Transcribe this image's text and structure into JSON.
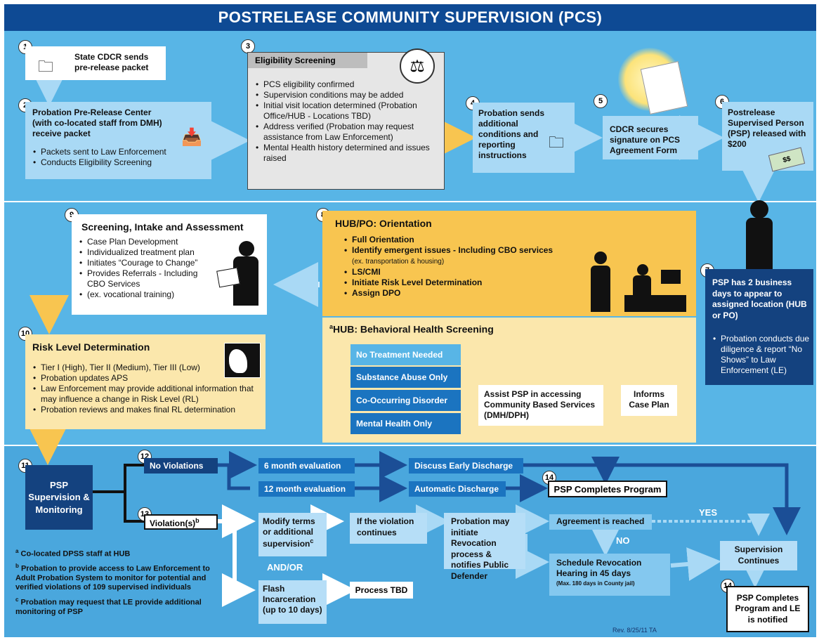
{
  "title": "POSTRELEASE COMMUNITY SUPERVISION (PCS)",
  "steps": {
    "s1": {
      "num": "1",
      "text": "State CDCR sends pre-release packet"
    },
    "s2": {
      "num": "2",
      "title": "Probation Pre-Release Center (with co-located staff from DMH) receive packet",
      "items": [
        "Packets sent to Law Enforcement",
        "Conducts Eligibility Screening"
      ]
    },
    "s3": {
      "num": "3",
      "title": "Eligibility Screening",
      "items": [
        "PCS eligibility confirmed",
        "Supervision conditions may be added",
        "Initial visit location determined (Probation Office/HUB - Locations TBD)",
        "Address verified (Probation may request assistance from Law Enforcement)",
        "Mental Health history determined and issues raised"
      ]
    },
    "s4": {
      "num": "4",
      "text": "Probation sends additional conditions and reporting instructions"
    },
    "s5": {
      "num": "5",
      "text": "CDCR secures signature on PCS Agreement Form"
    },
    "s6": {
      "num": "6",
      "text": "Postrelease Supervised Person (PSP) released with $200"
    },
    "s7": {
      "num": "7",
      "title": "PSP has 2 business days to appear to assigned location (HUB or PO)",
      "items": [
        "Probation conducts due diligence & report “No Shows” to Law Enforcement (LE)"
      ]
    },
    "s8": {
      "num": "8",
      "title": "HUB/PO: Orientation",
      "items": [
        "Full Orientation",
        "Identify emergent issues - Including CBO services",
        "LS/CMI",
        "Initiate Risk Level Determination",
        "Assign DPO"
      ],
      "sub": "(ex. transportation & housing)"
    },
    "s8b": {
      "sup": "a",
      "title": "HUB: Behavioral Health Screening",
      "options": [
        "No Treatment Needed",
        "Substance Abuse Only",
        "Co-Occurring Disorder",
        "Mental Health Only"
      ],
      "assist": "Assist PSP in accessing Community Based Services (DMH/DPH)",
      "informs": "Informs Case Plan"
    },
    "s9": {
      "num": "9",
      "title": "Screening, Intake and Assessment",
      "items": [
        "Case Plan Development",
        "Individualized treatment plan",
        "Initiates “Courage to Change”",
        "Provides Referrals - Including CBO Services"
      ],
      "sub": "(ex. vocational training)"
    },
    "s10": {
      "num": "10",
      "title": "Risk Level Determination",
      "items": [
        "Tier I (High), Tier II (Medium), Tier III (Low)",
        "Probation updates APS",
        "Law Enforcement may provide additional information that may influence a change in Risk Level (RL)",
        "Probation reviews and makes final RL determination"
      ]
    },
    "s11": {
      "num": "11",
      "text": "PSP Supervision & Monitoring"
    },
    "s12": {
      "num": "12",
      "label": "No Violations"
    },
    "s13": {
      "num": "13",
      "label": "Violation(s)",
      "sup": "b"
    },
    "s14a": {
      "num": "14",
      "text": "PSP Completes Program"
    },
    "s14b": {
      "num": "14",
      "text": "PSP Completes Program and LE is notified"
    }
  },
  "flow": {
    "eval6": "6 month evaluation",
    "eval12": "12 month evaluation",
    "early": "Discuss Early Discharge",
    "auto": "Automatic Discharge",
    "modify": "Modify terms or additional supervision",
    "modify_sup": "c",
    "andor": "AND/OR",
    "flash": "Flash Incarceration (up to 10 days)",
    "continues": "If the violation continues",
    "process": "Process TBD",
    "revoke": "Probation may initiate Revocation process & notifies Public Defender",
    "agreement": "Agreement is reached",
    "yes": "YES",
    "no": "NO",
    "schedule": "Schedule Revocation Hearing in 45 days",
    "schedule_sub": "(Max. 180 days in County jail)",
    "supcont": "Supervision Continues"
  },
  "footnotes": [
    {
      "sup": "a",
      "text": "Co-located DPSS staff at HUB"
    },
    {
      "sup": "b",
      "text": "Probation to provide access to Law Enforcement to Adult Probation System to monitor for potential and verified violations of 109 supervised individuals"
    },
    {
      "sup": "c",
      "text": "Probation may request that LE provide additional monitoring of PSP"
    }
  ],
  "rev": "Rev. 8/25/11 TA",
  "colors": {
    "navy": "#0e4a94",
    "band": "#58b5e6",
    "orange": "#f8c550",
    "yellow": "#fbe7ac"
  }
}
